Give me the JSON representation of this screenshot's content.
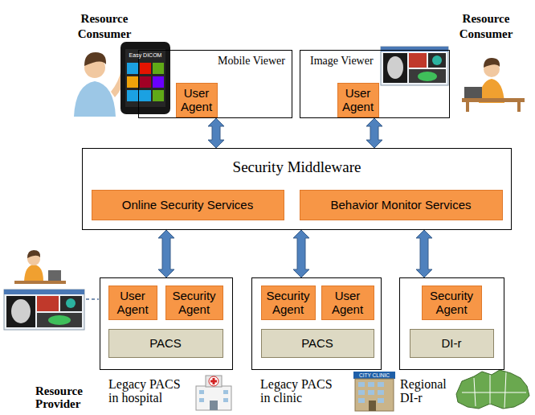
{
  "diagram": {
    "nodes": [
      {
        "text": [
          "Mobile Viewer"
        ]
      },
      {
        "text": [
          "User Agent"
        ],
        "in": 0
      },
      {
        "text": [
          "Image Viewer"
        ]
      },
      {
        "text": [
          "User Agent"
        ],
        "in": 2
      },
      {
        "text": [
          "Security Middleware"
        ]
      },
      {
        "text": [
          "Online Security Services"
        ],
        "in": 4
      },
      {
        "text": [
          "Behavior Monitor Services"
        ],
        "in": 4
      },
      {
        "text": [
          "Legacy PACS in hospital"
        ]
      },
      {
        "text": [
          "User Agent"
        ],
        "in": 7
      },
      {
        "text": [
          "Security Agent"
        ],
        "in": 7
      },
      {
        "text": [
          "PACS"
        ],
        "in": 7
      },
      {
        "text": [
          "Legacy PACS in clinic"
        ]
      },
      {
        "text": [
          "Security Agent"
        ],
        "in": 11
      },
      {
        "text": [
          "User Agent"
        ],
        "in": 11
      },
      {
        "text": [
          "PACS"
        ],
        "in": 11
      },
      {
        "text": [
          "Regional DI-r"
        ]
      },
      {
        "text": [
          "Security Agent"
        ],
        "in": 15
      },
      {
        "text": [
          "DI-r"
        ],
        "in": 15
      }
    ],
    "edges": [
      {
        "from": 0,
        "to": 4,
        "arrow": "both"
      },
      {
        "from": 2,
        "to": 4,
        "arrow": "both"
      },
      {
        "from": 4,
        "to": 7,
        "arrow": "both"
      },
      {
        "from": 4,
        "to": 11,
        "arrow": "both"
      },
      {
        "from": 4,
        "to": 15,
        "arrow": "both"
      }
    ],
    "labels": [
      "Resource Consumer",
      "Resource Consumer",
      "Easy DICOM",
      "CITY CLINIC",
      "Resource Provider"
    ]
  }
}
